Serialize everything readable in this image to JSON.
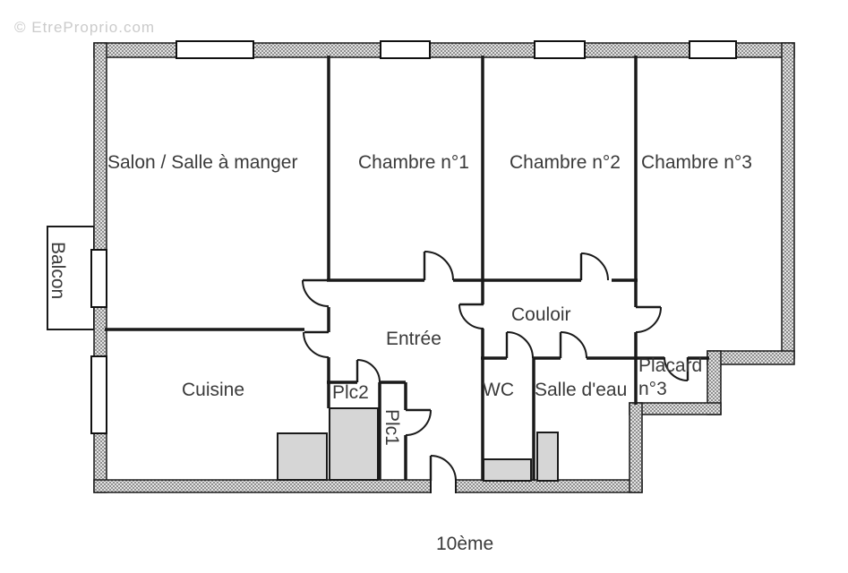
{
  "watermark": "© EtreProprio.com",
  "floor_label": "10ème",
  "rooms": {
    "salon": "Salon / Salle à manger",
    "chambre1": "Chambre n°1",
    "chambre2": "Chambre n°2",
    "chambre3": "Chambre n°3",
    "balcon": "Balcon",
    "cuisine": "Cuisine",
    "entree": "Entrée",
    "couloir": "Couloir",
    "wc": "WC",
    "salle_deau": "Salle d'eau",
    "placard_line1": "Placard",
    "placard_line2": "n°3",
    "plc1": "Plc1",
    "plc2": "Plc2"
  },
  "colors": {
    "background": "#ffffff",
    "wall_hatch_dark": "#8f8f8f",
    "wall_hatch_light": "#e3e3e3",
    "line": "#1a1a1a",
    "text": "#3a3a3a",
    "fixture_fill": "#d6d6d6",
    "watermark": "#cbcbcb"
  }
}
